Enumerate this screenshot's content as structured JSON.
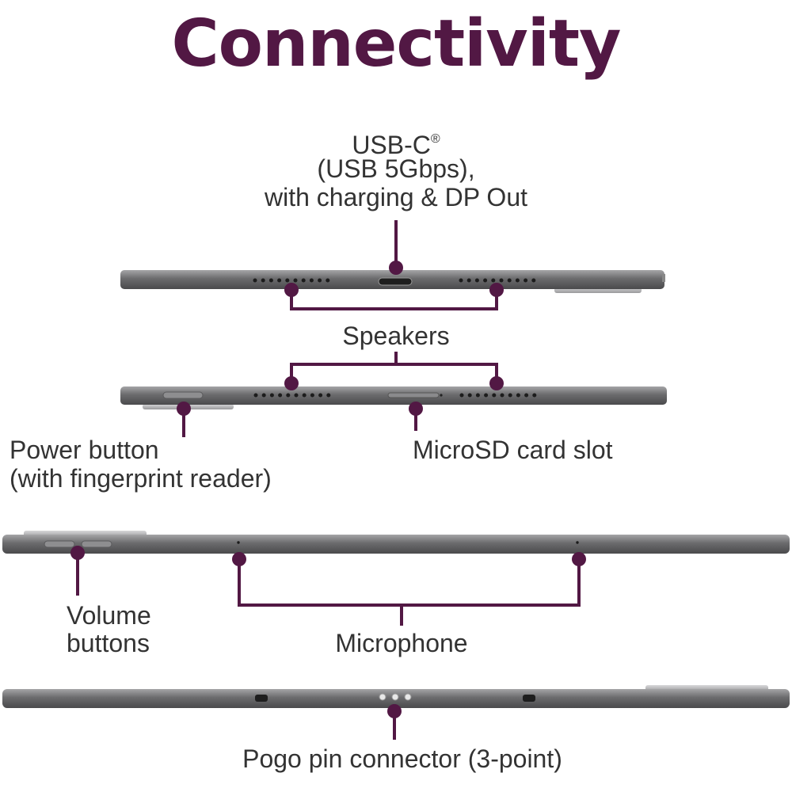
{
  "title": "Connectivity",
  "colors": {
    "accent": "#521844",
    "device": "#6d6d6f",
    "text": "#333333"
  },
  "labels": {
    "usb_line1": "USB-C",
    "usb_reg": "®",
    "usb_line2": "(USB 5Gbps),",
    "usb_line3": "with charging & DP Out",
    "speakers": "Speakers",
    "power_line1": "Power button",
    "power_line2": "(with fingerprint reader)",
    "microsd": "MicroSD card slot",
    "volume_line1": "Volume",
    "volume_line2": "buttons",
    "microphone": "Microphone",
    "pogo": "Pogo pin connector (3-point)"
  }
}
